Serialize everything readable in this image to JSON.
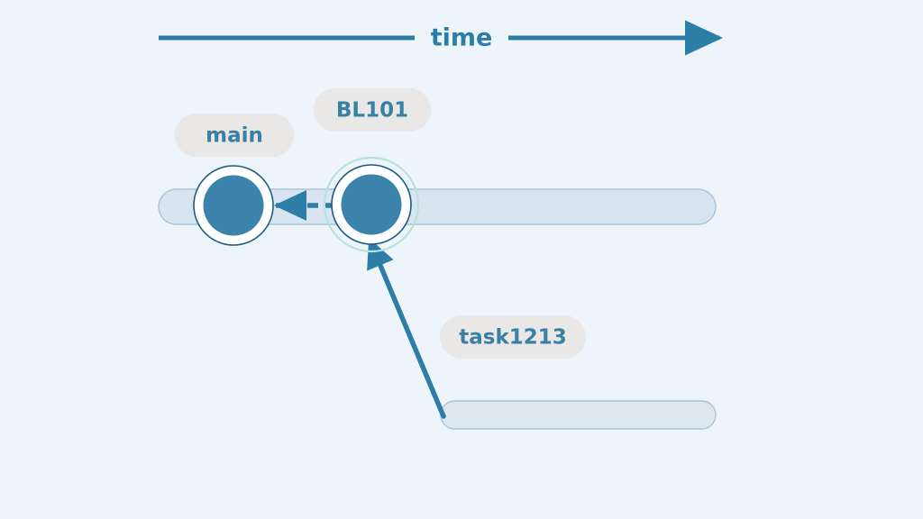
{
  "diagram": {
    "title": "git branch commit timeline",
    "background_color": "#edf5fa",
    "axis": {
      "label": "time",
      "label_color": "#2d7ea6",
      "line_color": "#2d7ea6",
      "direction": "left-to-right",
      "arrow_head": "right"
    },
    "palette": {
      "node_fill": "#3b83aa",
      "node_ring_white": "#ffffff",
      "node_outline": "#1e5c82",
      "lane_fill": "#d8e5f0",
      "lane_stroke": "#a9c3d8",
      "pill_fill": "#e9e8e6",
      "pill_text": "#3a7fa4",
      "halo_ring": "#b9e2dc",
      "arrow_color": "#2d7ea6"
    },
    "lanes": [
      {
        "id": "lane-main",
        "name": "main-branch-lane",
        "label": "main"
      },
      {
        "id": "lane-task",
        "name": "task-branch-lane",
        "label": "task1213"
      }
    ],
    "labels": [
      {
        "id": "label-main",
        "text": "main",
        "name": "branch-label-main"
      },
      {
        "id": "label-bl101",
        "text": "BL101",
        "name": "tag-label-bl101"
      },
      {
        "id": "label-task1213",
        "text": "task1213",
        "name": "branch-label-task1213"
      }
    ],
    "commits": [
      {
        "id": "commit-main",
        "name": "commit-node-main",
        "label": "main",
        "highlighted": false
      },
      {
        "id": "commit-bl101",
        "name": "commit-node-bl101",
        "label": "BL101",
        "highlighted": true
      }
    ],
    "connections": [
      {
        "id": "edge-bl101-to-main",
        "name": "parent-edge-bl101-main",
        "from": "BL101",
        "to": "main",
        "style": "dashed-arrow"
      },
      {
        "id": "edge-task1213-to-bl101",
        "name": "merge-edge-task1213-bl101",
        "from": "task1213",
        "to": "BL101",
        "style": "solid-arrow"
      }
    ]
  }
}
